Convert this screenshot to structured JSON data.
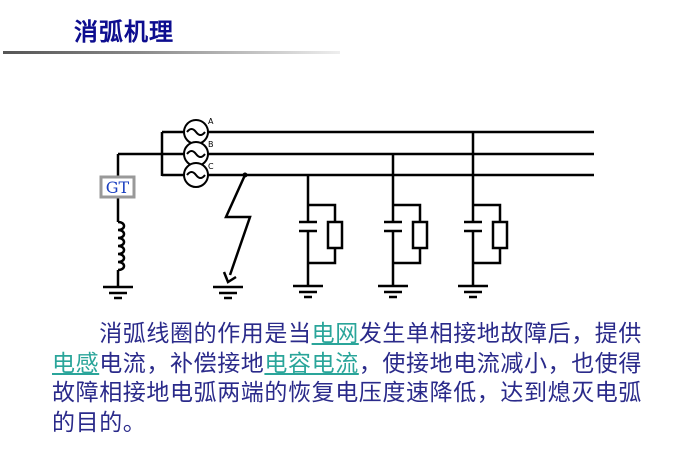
{
  "title": "消弧机理",
  "diagram": {
    "phase_labels": [
      "A",
      "B",
      "C"
    ],
    "gt_label": "GT"
  },
  "paragraph": {
    "indent": "　　",
    "p1": "消弧线圈的作用是当",
    "link1": "电网",
    "p2": "发生单相接地故障后，提供",
    "link2": "电感",
    "p3": "电流，补偿接地",
    "link3": "电容电流",
    "p4": "，使接地电流减小，也使得故障相接地电弧两端的恢复电压度速降低，达到熄灭电弧的目的。"
  },
  "colors": {
    "title": "#0d0d8f",
    "text": "#2a2a8a",
    "link": "#2aa59a",
    "gt_text": "#1a3fc0"
  }
}
